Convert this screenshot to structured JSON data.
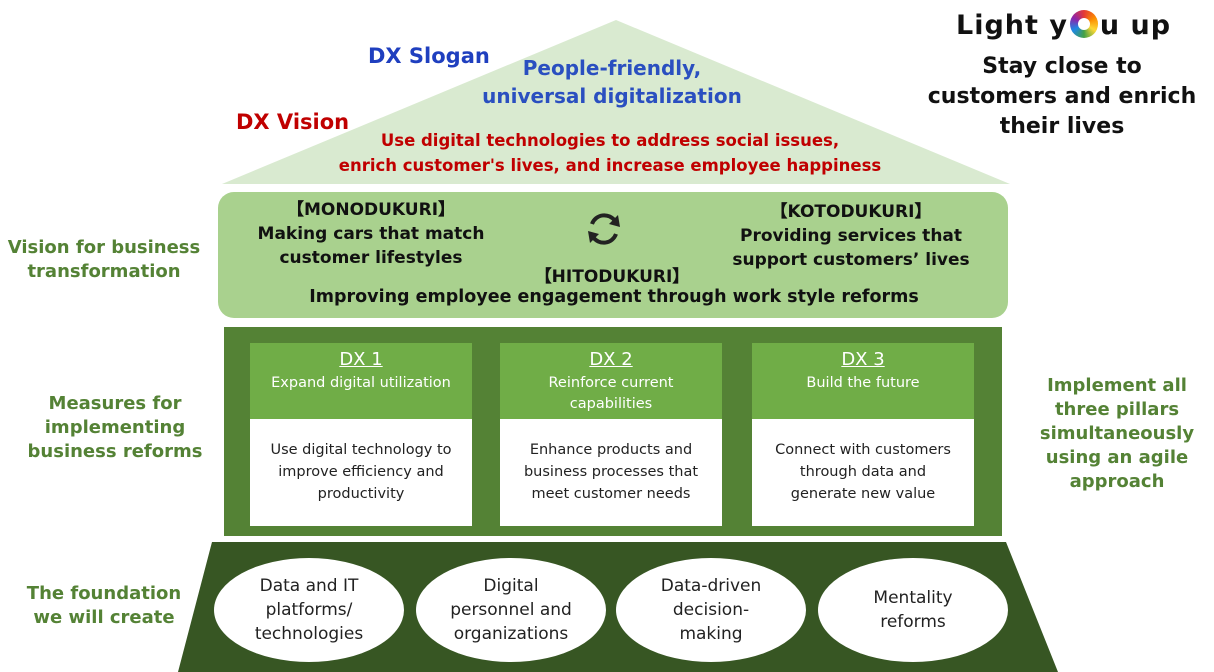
{
  "roof": {
    "slogan_label": "DX Slogan",
    "slogan_lines": [
      "People-friendly,",
      "universal digitalization"
    ],
    "vision_label": "DX Vision",
    "vision_lines": [
      "Use digital technologies to address social issues,",
      "enrich customer's lives, and increase employee happiness"
    ]
  },
  "tagline": {
    "brand_before": "Light y",
    "brand_icon": "rainbow-ring-icon",
    "brand_after": "u up",
    "lines": [
      "Stay close to",
      "customers and enrich",
      "their lives"
    ]
  },
  "side_labels": {
    "vision": [
      "Vision for business",
      "transformation"
    ],
    "measures": [
      "Measures for",
      "implementing",
      "business reforms"
    ],
    "foundation": [
      "The foundation",
      "we will create"
    ],
    "right": [
      "Implement all",
      "three pillars",
      "simultaneously",
      "using an agile",
      "approach"
    ]
  },
  "vision_block": {
    "monodukuri": {
      "title": "【MONODUKURI】",
      "lines": [
        "Making cars that match",
        "customer lifestyles"
      ]
    },
    "kotodukuri": {
      "title": "【KOTODUKURI】",
      "lines": [
        "Providing services that",
        "support customers’ lives"
      ]
    },
    "hitodukuri": {
      "title": "【HITODUKURI】",
      "desc": "Improving employee engagement through work style reforms"
    },
    "cycle_icon": "cycle-arrows-icon"
  },
  "pillars": [
    {
      "num": "DX 1",
      "subtitle": [
        "Expand digital utilization"
      ],
      "desc": [
        "Use digital technology to",
        "improve efficiency and",
        "productivity"
      ]
    },
    {
      "num": "DX 2",
      "subtitle": [
        "Reinforce current",
        "capabilities"
      ],
      "desc": [
        "Enhance products and",
        "business processes that",
        "meet customer needs"
      ]
    },
    {
      "num": "DX 3",
      "subtitle": [
        "Build the future"
      ],
      "desc": [
        "Connect with customers",
        "through data and",
        "generate new value"
      ]
    }
  ],
  "foundation": [
    {
      "lines": [
        "Data and IT",
        "platforms/",
        "technologies"
      ]
    },
    {
      "lines": [
        "Digital",
        "personnel and",
        "organizations"
      ]
    },
    {
      "lines": [
        "Data-driven",
        "decision-",
        "making"
      ]
    },
    {
      "lines": [
        "Mentality",
        "reforms"
      ]
    }
  ],
  "colors": {
    "roof": "#d9ead0",
    "vision_box": "#a9d18e",
    "measures_box": "#548235",
    "pillar_head": "#70ad47",
    "foundation": "#375623",
    "side_text": "#548235",
    "slogan": "#1f3fbf",
    "vision": "#c00000"
  }
}
